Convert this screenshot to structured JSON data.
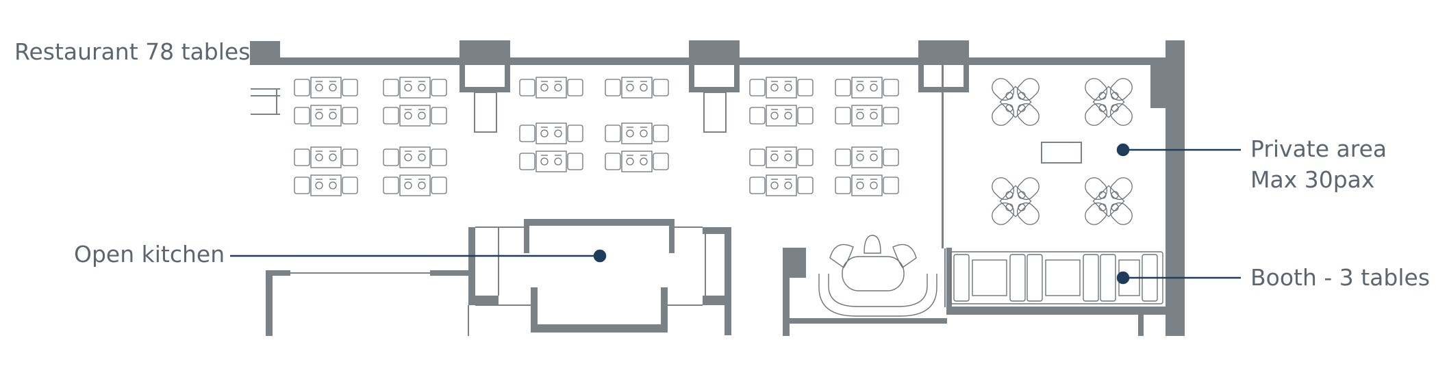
{
  "title": "Restaurant 78 tables",
  "labels": {
    "open_kitchen": "Open kitchen",
    "private_area": "Private area",
    "private_capacity": "Max 30pax",
    "booth": "Booth - 3 tables"
  },
  "colors": {
    "wall": "#7a8288",
    "furniture": "#6b747a",
    "label_text": "#5b6670",
    "callout": "#1d3d5a",
    "background": "#ffffff"
  },
  "icons": [
    "four-seat-table-icon",
    "round-four-seat-table-icon",
    "booth-seat-icon",
    "round-banquette-icon",
    "callout-dot-icon"
  ]
}
